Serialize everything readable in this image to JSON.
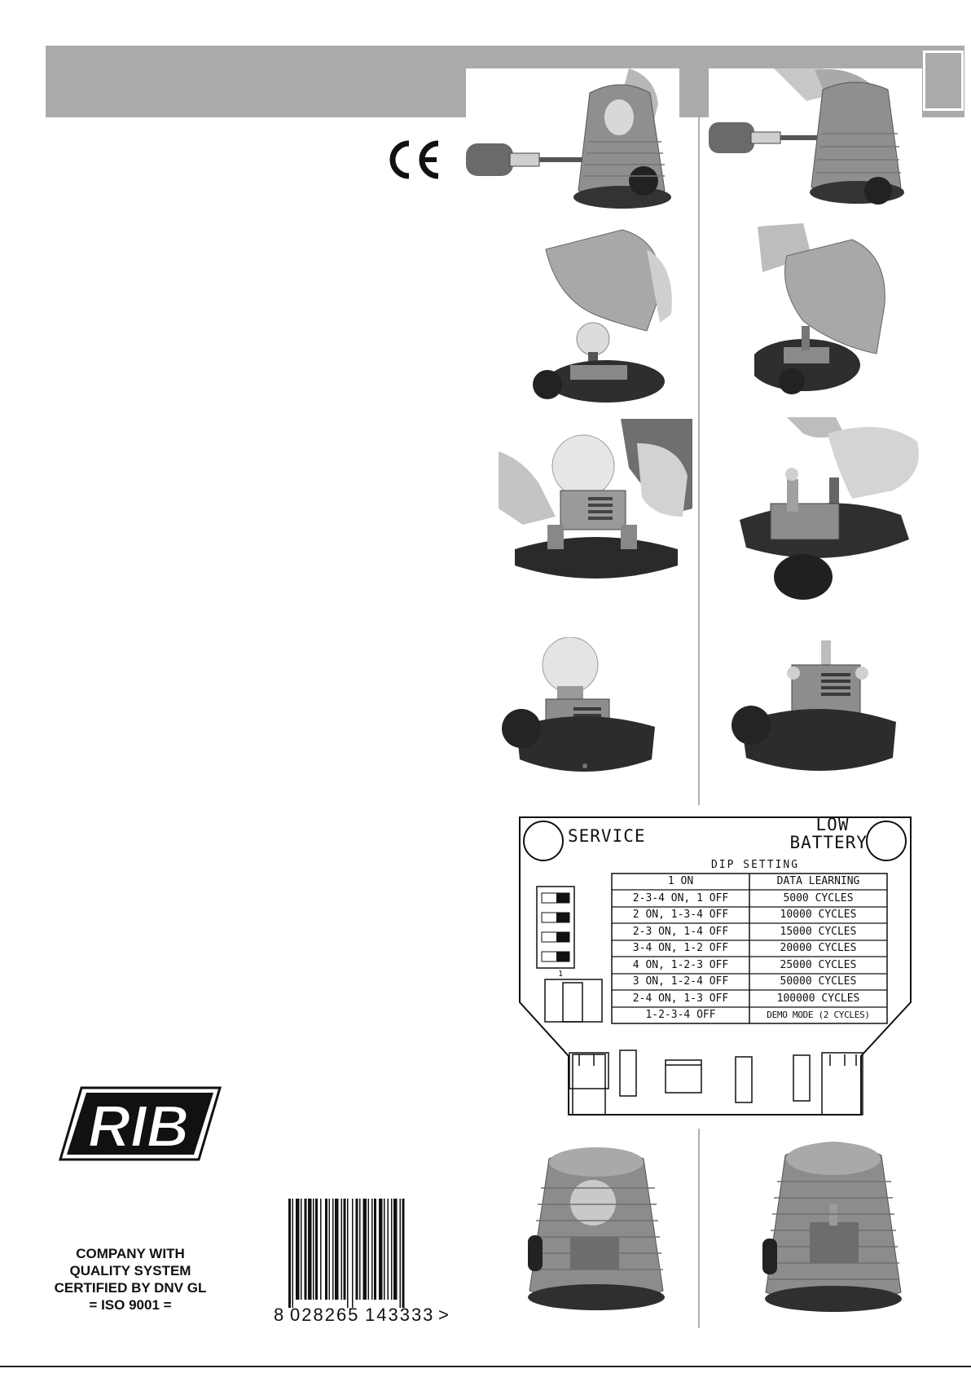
{
  "header": {
    "language_box": ""
  },
  "ce_mark": "CE",
  "dip_panel": {
    "service_label": "SERVICE",
    "low_battery_line1": "LOW",
    "low_battery_line2": "BATTERY",
    "title": "DIP SETTING",
    "rows": [
      {
        "setting": "1 ON",
        "value": "DATA LEARNING"
      },
      {
        "setting": "2-3-4 ON, 1 OFF",
        "value": "5000 CYCLES"
      },
      {
        "setting": "2 ON, 1-3-4 OFF",
        "value": "10000 CYCLES"
      },
      {
        "setting": "2-3 ON, 1-4 OFF",
        "value": "15000 CYCLES"
      },
      {
        "setting": "3-4 ON, 1-2 OFF",
        "value": "20000 CYCLES"
      },
      {
        "setting": "4 ON, 1-2-3 OFF",
        "value": "25000 CYCLES"
      },
      {
        "setting": "3 ON, 1-2-4 OFF",
        "value": "50000 CYCLES"
      },
      {
        "setting": "2-4 ON, 1-3 OFF",
        "value": "100000 CYCLES"
      },
      {
        "setting": "1-2-3-4 OFF",
        "value": "DEMO MODE (2 CYCLES)"
      }
    ],
    "dip_number": "1"
  },
  "logo": {
    "text": "RIB"
  },
  "certification": {
    "line1": "COMPANY WITH",
    "line2": "QUALITY SYSTEM",
    "line3": "CERTIFIED BY DNV GL",
    "line4": "= ISO 9001 ="
  },
  "barcode": {
    "digit_first": "8",
    "digits_left": "028265",
    "digits_right": "143333",
    "arrow": ">"
  }
}
